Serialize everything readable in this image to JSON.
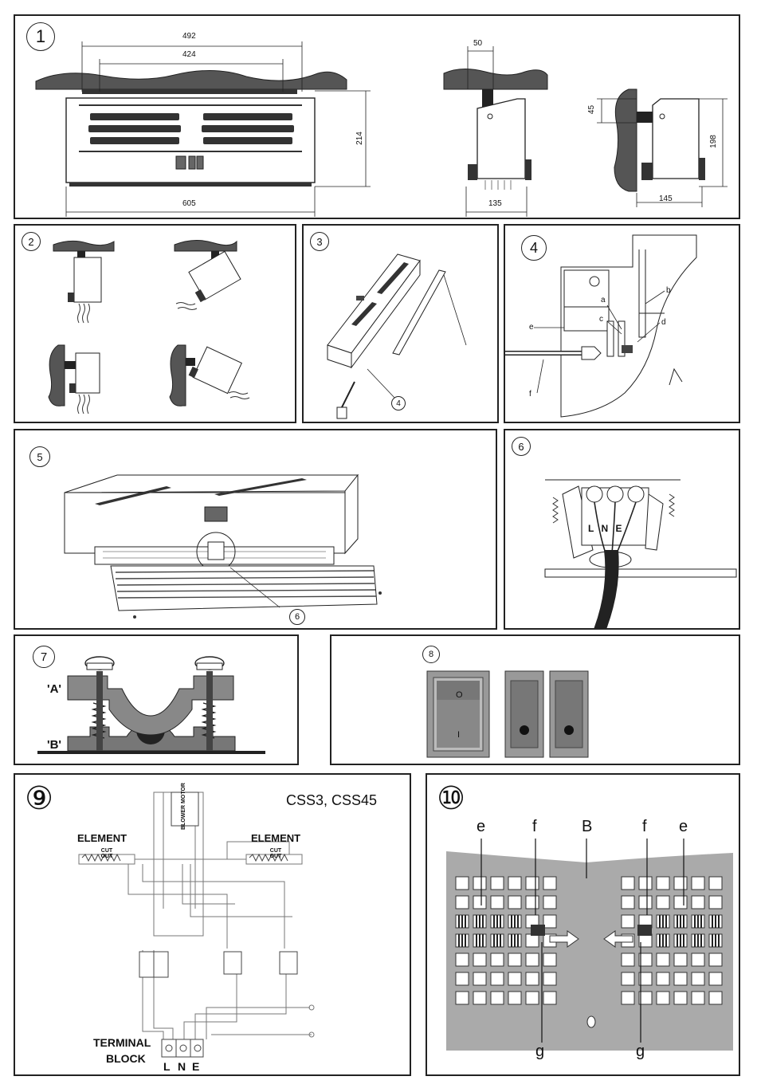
{
  "panels": {
    "p1": {
      "number": "1",
      "dims": {
        "d492": "492",
        "d424": "424",
        "d214": "214",
        "d605": "605",
        "d50": "50",
        "d135": "135",
        "d45": "45",
        "d198": "198",
        "d145": "145"
      }
    },
    "p2": {
      "number": "2"
    },
    "p3": {
      "number": "3",
      "callout": "4"
    },
    "p4": {
      "number": "4",
      "labels": {
        "a": "a",
        "b": "b",
        "c": "c",
        "d": "d",
        "e": "e",
        "f": "f"
      }
    },
    "p5": {
      "number": "5",
      "callout": "6"
    },
    "p6": {
      "number": "6",
      "terminals": "L N E"
    },
    "p7": {
      "number": "7",
      "label_a": "'A'",
      "label_b": "'B'"
    },
    "p8": {
      "number": "8",
      "switch_top": "O",
      "switch_bottom": "I"
    },
    "p9": {
      "number": "⑨",
      "model": "CSS3, CSS45",
      "element_left": "ELEMENT",
      "element_right": "ELEMENT",
      "cutout": "CUT OUT",
      "blower": "BLOWER MOTOR",
      "terminal1": "TERMINAL",
      "terminal2": "BLOCK",
      "l": "L",
      "n": "N",
      "e": "E"
    },
    "p10": {
      "number": "⑩",
      "labels": {
        "e1": "e",
        "f1": "f",
        "b": "B",
        "f2": "f",
        "e2": "e",
        "g1": "g",
        "g2": "g"
      }
    }
  }
}
